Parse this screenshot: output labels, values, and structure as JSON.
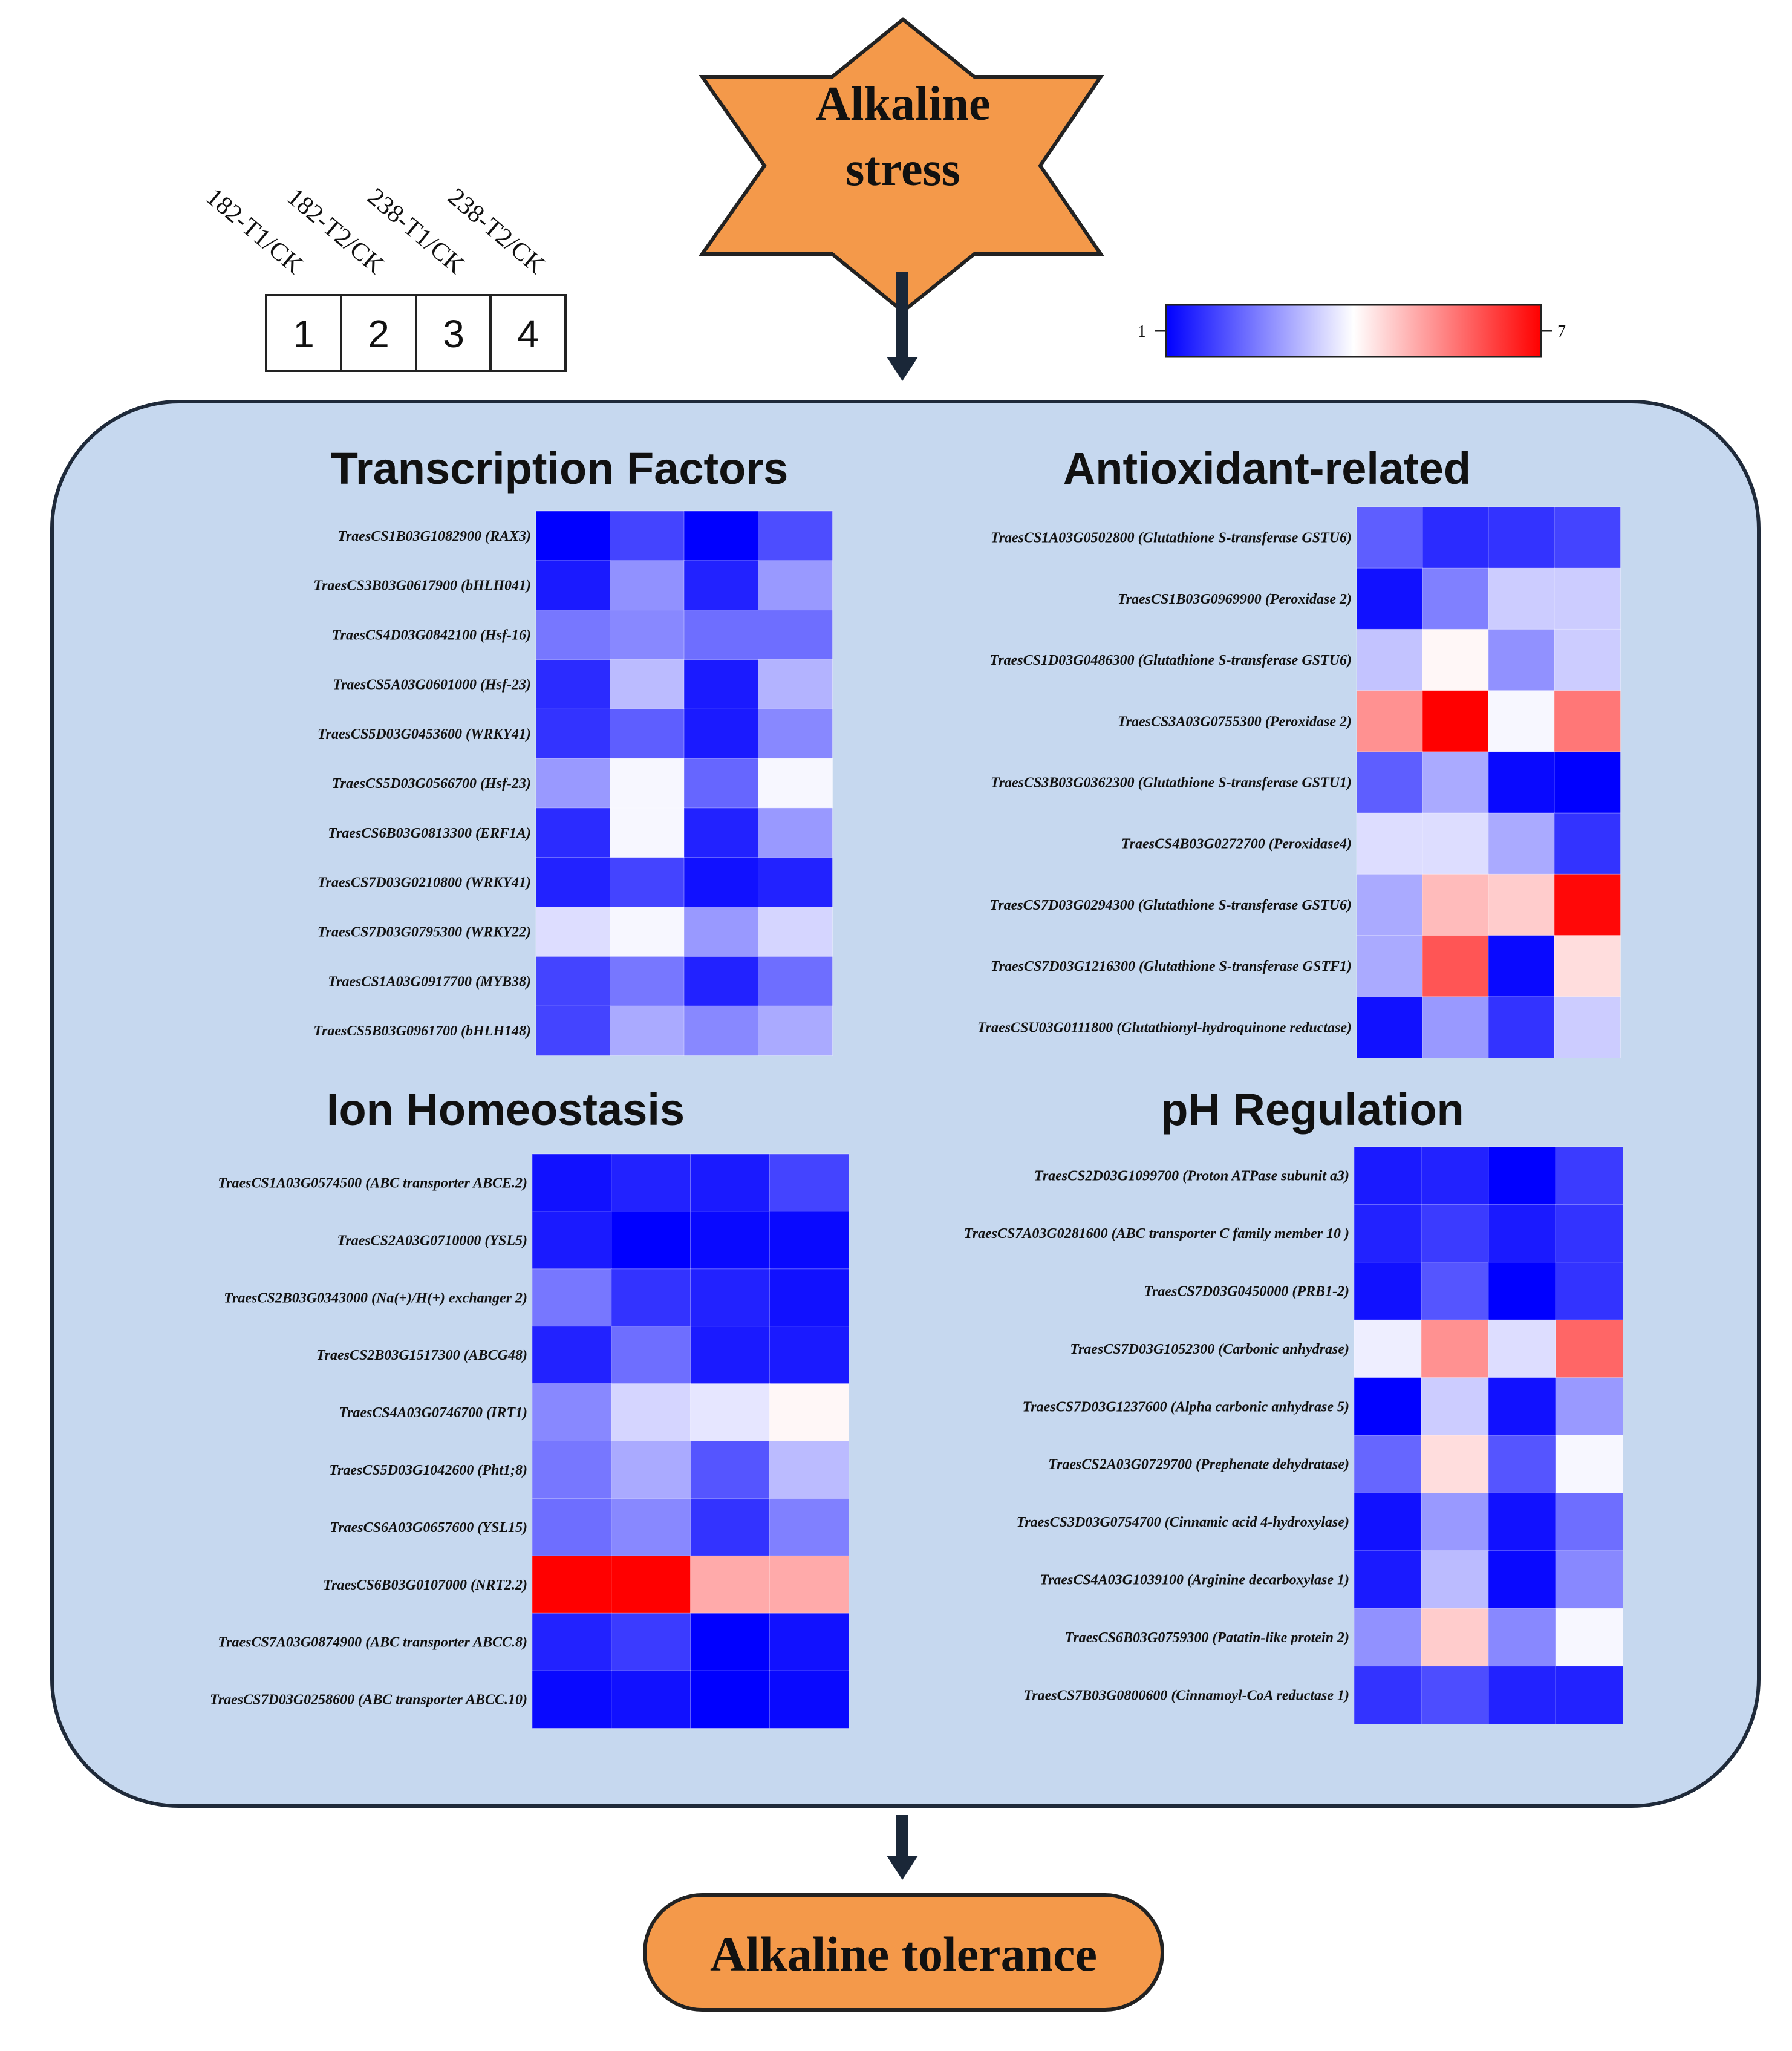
{
  "stress_label": [
    "Alkaline",
    "stress"
  ],
  "tolerance_label": "Alkaline tolerance",
  "comparisons": [
    {
      "num": "1",
      "label": "182-T1/CK"
    },
    {
      "num": "2",
      "label": "182-T2/CK"
    },
    {
      "num": "3",
      "label": "238-T1/CK"
    },
    {
      "num": "4",
      "label": "238-T2/CK"
    }
  ],
  "color_scale": {
    "min": "1",
    "max": "7",
    "low_color": "#0000ff",
    "mid_color": "#ffffff",
    "high_color": "#ff0000"
  },
  "chart_data": [
    {
      "type": "heatmap",
      "title": "Transcription Factors",
      "rows": [
        "TraesCS1B03G1082900 (RAX3)",
        "TraesCS3B03G0617900 (bHLH041)",
        "TraesCS4D03G0842100 (Hsf-16)",
        "TraesCS5A03G0601000 (Hsf-23)",
        "TraesCS5D03G0453600 (WRKY41)",
        "TraesCS5D03G0566700 (Hsf-23)",
        "TraesCS6B03G0813300 (ERF1A)",
        "TraesCS7D03G0210800 (WRKY41)",
        "TraesCS7D03G0795300 (WRKY22)",
        "TraesCS1A03G0917700 (MYB38)",
        "TraesCS5B03G0961700 (bHLH148)"
      ],
      "columns": [
        "1",
        "2",
        "3",
        "4"
      ],
      "values": [
        [
          1.0,
          1.8,
          1.0,
          1.9
        ],
        [
          1.3,
          2.7,
          1.4,
          2.8
        ],
        [
          2.4,
          2.6,
          2.3,
          2.3
        ],
        [
          1.5,
          3.2,
          1.3,
          3.1
        ],
        [
          1.6,
          2.1,
          1.3,
          2.6
        ],
        [
          2.8,
          3.9,
          2.2,
          3.9
        ],
        [
          1.5,
          3.9,
          1.4,
          2.8
        ],
        [
          1.4,
          1.8,
          1.2,
          1.4
        ],
        [
          3.6,
          3.9,
          2.8,
          3.5
        ],
        [
          1.8,
          2.4,
          1.4,
          2.3
        ],
        [
          1.8,
          3.0,
          2.6,
          3.0
        ]
      ]
    },
    {
      "type": "heatmap",
      "title": "Antioxidant-related",
      "rows": [
        "TraesCS1A03G0502800 (Glutathione S-transferase GSTU6)",
        "TraesCS1B03G0969900 (Peroxidase 2)",
        "TraesCS1D03G0486300 (Glutathione S-transferase GSTU6)",
        "TraesCS3A03G0755300 (Peroxidase 2)",
        "TraesCS3B03G0362300 (Glutathione S-transferase GSTU1)",
        "TraesCS4B03G0272700 (Peroxidase4)",
        "TraesCS7D03G0294300 (Glutathione S-transferase GSTU6)",
        "TraesCS7D03G1216300 (Glutathione S-transferase GSTF1)",
        "TraesCSU03G0111800 (Glutathionyl-hydroquinone reductase)"
      ],
      "columns": [
        "1",
        "2",
        "3",
        "4"
      ],
      "values": [
        [
          2.1,
          1.5,
          1.6,
          1.8
        ],
        [
          1.2,
          2.5,
          3.4,
          3.4
        ],
        [
          3.3,
          4.1,
          2.7,
          3.4
        ],
        [
          5.3,
          7.0,
          3.9,
          5.6
        ],
        [
          2.1,
          3.0,
          1.1,
          1.0
        ],
        [
          3.6,
          3.6,
          3.0,
          1.6
        ],
        [
          3.0,
          4.8,
          4.6,
          6.9
        ],
        [
          3.0,
          6.0,
          1.1,
          4.4
        ],
        [
          1.2,
          2.8,
          1.6,
          3.4
        ]
      ]
    },
    {
      "type": "heatmap",
      "title": "Ion Homeostasis",
      "rows": [
        "TraesCS1A03G0574500 (ABC transporter ABCE.2)",
        "TraesCS2A03G0710000 (YSL5)",
        "TraesCS2B03G0343000 (Na(+)/H(+) exchanger 2)",
        "TraesCS2B03G1517300 (ABCG48)",
        "TraesCS4A03G0746700 (IRT1)",
        "TraesCS5D03G1042600 (Pht1;8)",
        "TraesCS6A03G0657600 (YSL15)",
        "TraesCS6B03G0107000 (NRT2.2)",
        "TraesCS7A03G0874900 (ABC transporter ABCC.8)",
        "TraesCS7D03G0258600 (ABC transporter ABCC.10)"
      ],
      "columns": [
        "1",
        "2",
        "3",
        "4"
      ],
      "values": [
        [
          1.2,
          1.4,
          1.3,
          1.8
        ],
        [
          1.3,
          1.0,
          1.1,
          1.1
        ],
        [
          2.4,
          1.6,
          1.4,
          1.2
        ],
        [
          1.4,
          2.3,
          1.3,
          1.3
        ],
        [
          2.6,
          3.5,
          3.7,
          4.1
        ],
        [
          2.4,
          3.0,
          2.0,
          3.2
        ],
        [
          2.3,
          2.6,
          1.6,
          2.5
        ],
        [
          7.0,
          7.0,
          5.0,
          5.0
        ],
        [
          1.4,
          1.7,
          1.0,
          1.2
        ],
        [
          1.1,
          1.2,
          1.0,
          1.1
        ]
      ]
    },
    {
      "type": "heatmap",
      "title": "pH Regulation",
      "rows": [
        "TraesCS2D03G1099700 (Proton ATPase subunit a3)",
        "TraesCS7A03G0281600 (ABC transporter C family member 10 )",
        "TraesCS7D03G0450000 (PRB1-2)",
        "TraesCS7D03G1052300 (Carbonic anhydrase)",
        "TraesCS7D03G1237600 (Alpha carbonic anhydrase 5)",
        "TraesCS2A03G0729700 (Prephenate dehydratase)",
        "TraesCS3D03G0754700 (Cinnamic acid 4-hydroxylase)",
        "TraesCS4A03G1039100 (Arginine decarboxylase 1)",
        "TraesCS6B03G0759300 (Patatin-like protein 2)",
        "TraesCS7B03G0800600 (Cinnamoyl-CoA reductase 1)"
      ],
      "columns": [
        "1",
        "2",
        "3",
        "4"
      ],
      "values": [
        [
          1.3,
          1.4,
          1.0,
          1.7
        ],
        [
          1.4,
          1.7,
          1.3,
          1.6
        ],
        [
          1.2,
          2.0,
          1.0,
          1.6
        ],
        [
          3.8,
          5.3,
          3.6,
          5.8
        ],
        [
          1.0,
          3.4,
          1.2,
          2.8
        ],
        [
          2.2,
          4.4,
          2.0,
          3.9
        ],
        [
          1.2,
          2.8,
          1.2,
          2.3
        ],
        [
          1.3,
          3.2,
          1.1,
          2.6
        ],
        [
          2.7,
          4.6,
          2.6,
          3.9
        ],
        [
          1.6,
          1.9,
          1.4,
          1.4
        ]
      ]
    }
  ]
}
